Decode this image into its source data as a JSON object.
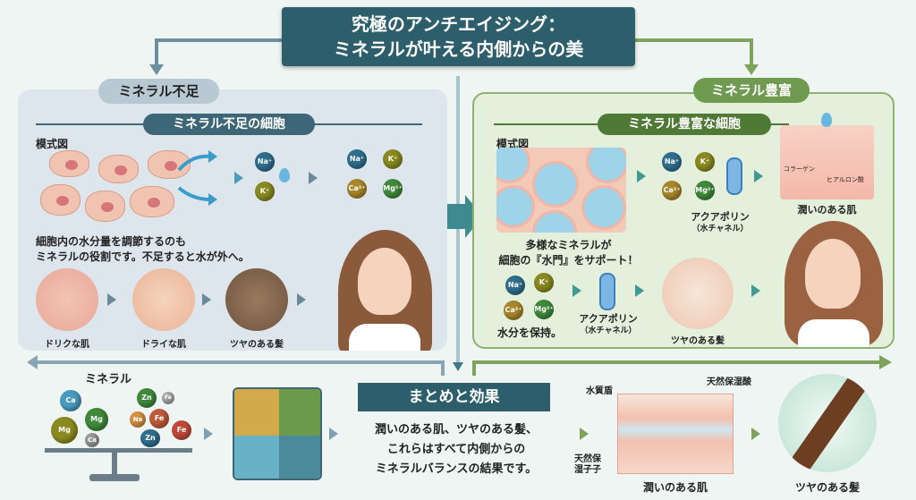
{
  "title": {
    "line1": "究極のアンチエイジング：",
    "line2": "ミネラルが叶える内側からの美"
  },
  "left": {
    "label": "ミネラル不足",
    "subtitle": "ミネラル不足の細胞",
    "diagram_label": "模式図",
    "ions_a": [
      "Na⁺",
      "K⁺"
    ],
    "ions_b": [
      "Na⁺",
      "K⁺",
      "Ca²⁺",
      "Mg²⁺"
    ],
    "text1": "細胞内の水分量を調節するのも",
    "text2": "ミネラルの役割です。不足すると水が外へ。",
    "steps": [
      "ドリクな肌",
      "ドライな肌",
      "ツヤのある髪"
    ]
  },
  "right": {
    "label": "ミネラル豊富",
    "subtitle": "ミネラル豊富な細胞",
    "diagram_label": "模式図",
    "ions": [
      "Na⁺",
      "K⁺",
      "Ca²⁺",
      "Mg²⁺"
    ],
    "aquaporin": "アクアポリン",
    "aquaporin_sub": "（水チャネル）",
    "skin_labels": [
      "コラーゲン",
      "ヒアルロン酸"
    ],
    "skin_caption": "潤いのある肌",
    "support1": "多様なミネラルが",
    "support2": "細胞の『水門』をサポート！",
    "retain": "水分を保持。",
    "hair_caption": "ツヤのある髪"
  },
  "bottom": {
    "mineral_label": "ミネラル",
    "scale_left": [
      "Ca",
      "Mg",
      "Mg",
      "Ca"
    ],
    "scale_right": [
      "Zn",
      "Na",
      "Fe",
      "Fe",
      "Zn",
      "Fe"
    ],
    "summary_title": "まとめと効果",
    "summary1": "潤いのある肌、ツヤのある髪、",
    "summary2": "これらはすべて内側からの",
    "summary3": "ミネラルバランスの結果です。",
    "skin_labels": [
      "水質盾",
      "天然保湿酸",
      "天然保",
      "湿子子"
    ],
    "skin_caption": "潤いのある肌",
    "hair_caption": "ツヤのある髪"
  },
  "colors": {
    "teal": "#2c5f6b",
    "green": "#6f9a4f",
    "slate": "#3d6677"
  }
}
